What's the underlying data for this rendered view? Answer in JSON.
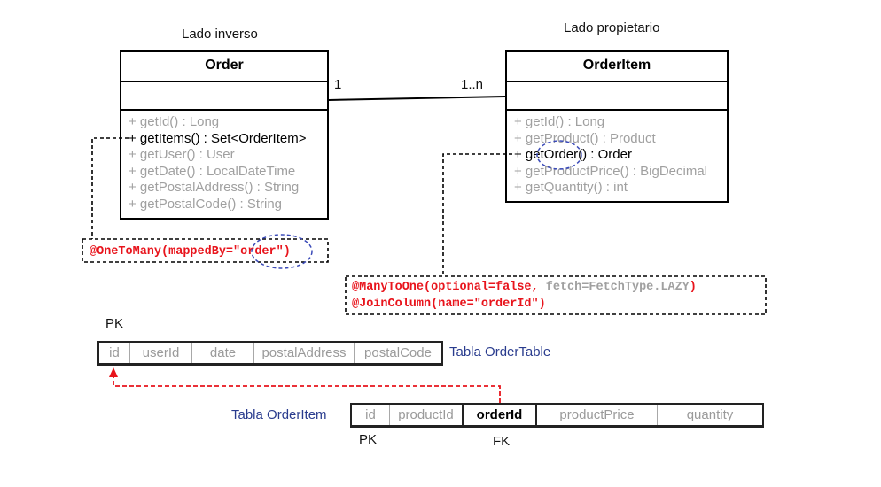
{
  "labels": {
    "inverse_side": "Lado inverso",
    "owner_side": "Lado propietario"
  },
  "order_class": {
    "name": "Order",
    "methods": [
      {
        "text": "+ getId() : Long",
        "active": false
      },
      {
        "text": "+ getItems() : Set<OrderItem>",
        "active": true
      },
      {
        "text": "+ getUser() : User",
        "active": false
      },
      {
        "text": "+ getDate() : LocalDateTime",
        "active": false
      },
      {
        "text": "+ getPostalAddress() : String",
        "active": false
      },
      {
        "text": "+ getPostalCode() : String",
        "active": false
      }
    ]
  },
  "orderitem_class": {
    "name": "OrderItem",
    "methods": [
      {
        "text": "+ getId() : Long",
        "active": false
      },
      {
        "text": "+ getProduct() : Product",
        "active": false
      },
      {
        "text": "+ getOrder() : Order",
        "active": true
      },
      {
        "text": "+ getProductPrice() : BigDecimal",
        "active": false
      },
      {
        "text": "+ getQuantity() : int",
        "active": false
      }
    ]
  },
  "association": {
    "left_multiplicity": "1",
    "right_multiplicity": "1..n"
  },
  "annotations": {
    "one_to_many": "@OneToMany(mappedBy=\"order\")",
    "many_to_one_prefix": "@ManyToOne(optional=false, ",
    "many_to_one_fetch": "fetch=FetchType.LAZY",
    "many_to_one_suffix": ")",
    "join_column": "@JoinColumn(name=\"orderId\")"
  },
  "order_table": {
    "name": "Tabla OrderTable",
    "pk_label": "PK",
    "columns": [
      "id",
      "userId",
      "date",
      "postalAddress",
      "postalCode"
    ]
  },
  "orderitem_table": {
    "name": "Tabla OrderItem",
    "pk_label": "PK",
    "fk_label": "FK",
    "columns": [
      "id",
      "productId",
      "orderId",
      "productPrice",
      "quantity"
    ]
  },
  "colors": {
    "annotation_red": "#e8141c",
    "table_name_blue": "#2a3c8e",
    "inactive_grey": "#a0a0a0",
    "highlight_circle": "#3a4ab8"
  }
}
